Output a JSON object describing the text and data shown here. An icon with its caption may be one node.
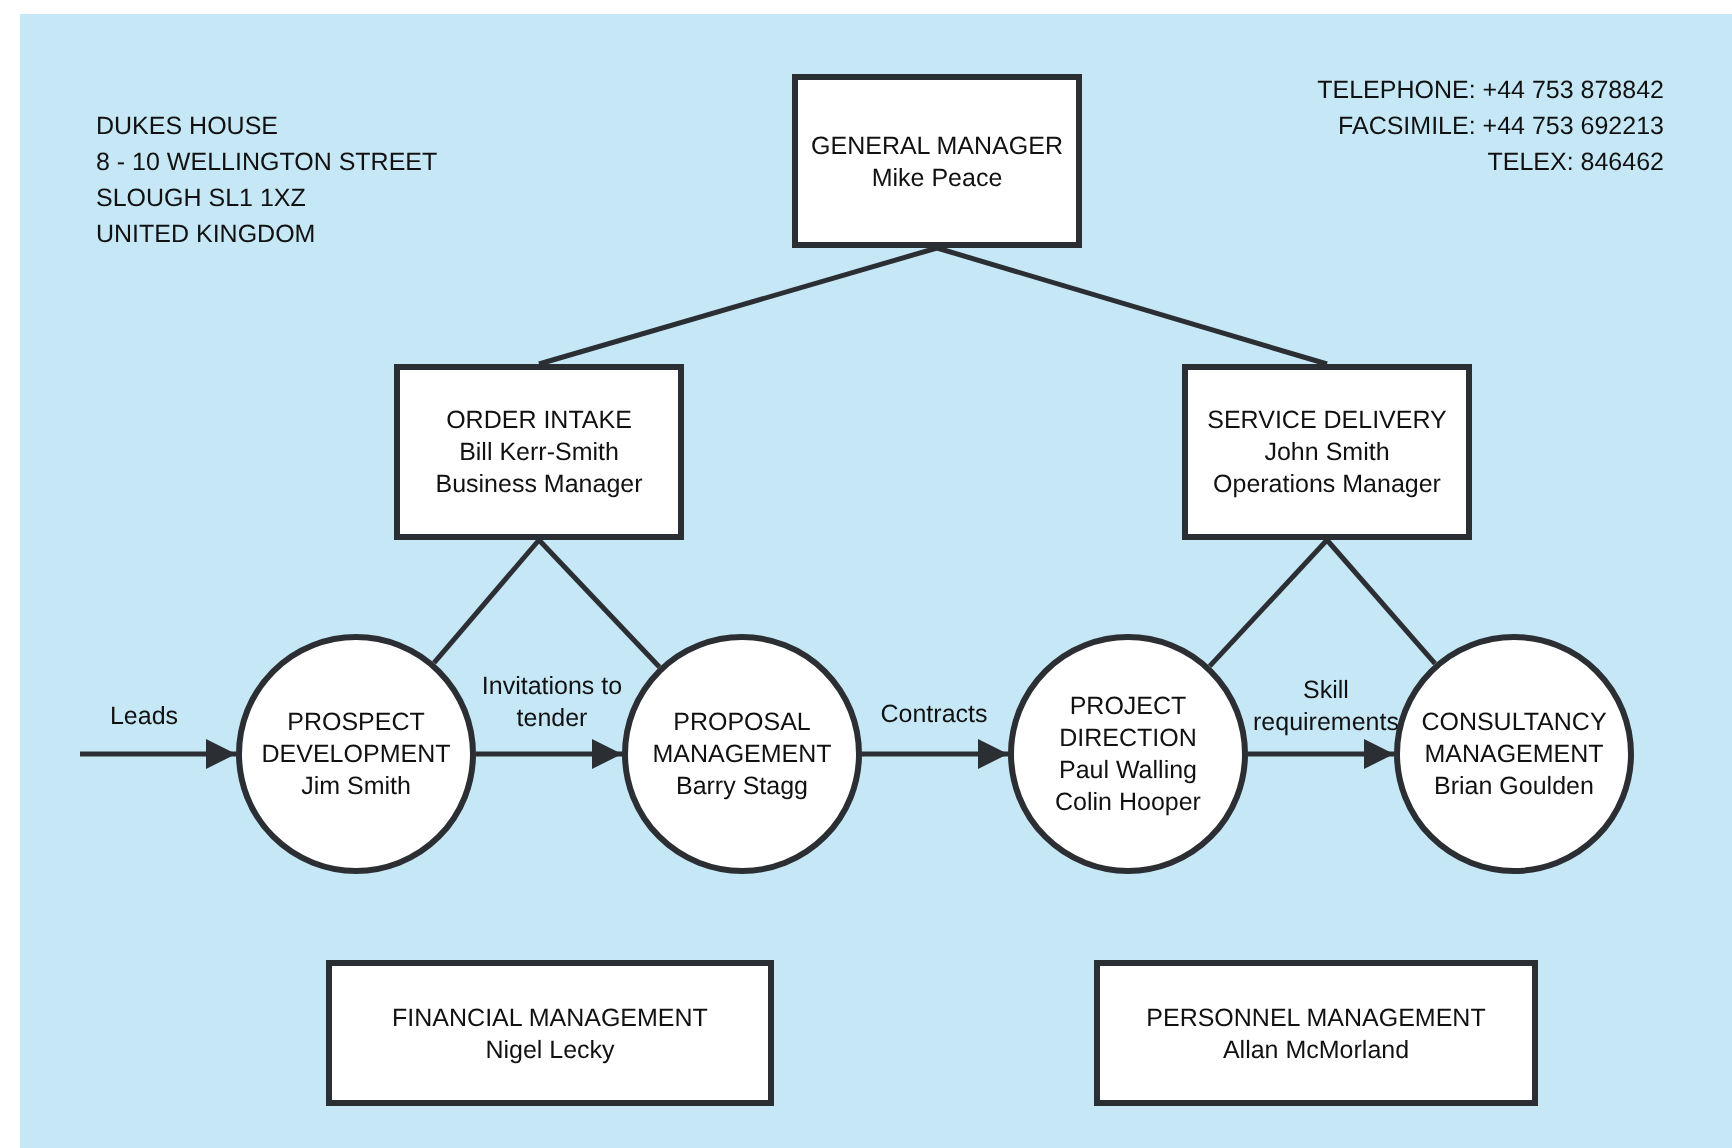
{
  "diagram": {
    "nodes": [
      {
        "text": [
          "GENERAL MANAGER",
          "Mike Peace"
        ]
      },
      {
        "text": [
          "ORDER INTAKE",
          "Bill Kerr-Smith",
          "Business Manager"
        ]
      },
      {
        "text": [
          "SERVICE DELIVERY",
          "John Smith",
          "Operations Manager"
        ]
      },
      {
        "text": [
          "PROSPECT DEVELOPMENT",
          "Jim Smith"
        ]
      },
      {
        "text": [
          "PROPOSAL MANAGEMENT",
          "Barry Stagg"
        ]
      },
      {
        "text": [
          "PROJECT DIRECTION",
          "Paul Walling",
          "Colin Hooper"
        ]
      },
      {
        "text": [
          "CONSULTANCY MANAGEMENT",
          "Brian Goulden"
        ]
      },
      {
        "text": [
          "FINANCIAL MANAGEMENT",
          "Nigel Lecky"
        ]
      },
      {
        "text": [
          "PERSONNEL MANAGEMENT",
          "Allan McMorland"
        ]
      }
    ],
    "edges": [
      {
        "from": 0,
        "to": 1,
        "arrow": "none"
      },
      {
        "from": 0,
        "to": 2,
        "arrow": "none"
      },
      {
        "from": 1,
        "to": 3,
        "arrow": "none"
      },
      {
        "from": 1,
        "to": 4,
        "arrow": "none"
      },
      {
        "from": 2,
        "to": 5,
        "arrow": "none"
      },
      {
        "from": 2,
        "to": 6,
        "arrow": "none"
      },
      {
        "from": null,
        "to": 3,
        "arrow": "to",
        "label": "Leads"
      },
      {
        "from": 3,
        "to": 4,
        "arrow": "to",
        "label": "Invitations to tender"
      },
      {
        "from": 4,
        "to": 5,
        "arrow": "to",
        "label": "Contracts"
      },
      {
        "from": 5,
        "to": 6,
        "arrow": "to",
        "label": "Skill requirements"
      }
    ],
    "labels": [
      "DUKES HOUSE",
      "8 - 10 WELLINGTON STREET",
      "SLOUGH SL1 1XZ",
      "UNITED KINGDOM",
      "TELEPHONE: +44 753 878842",
      "FACSIMILE: +44 753 692213",
      "TELEX: 846462"
    ]
  }
}
